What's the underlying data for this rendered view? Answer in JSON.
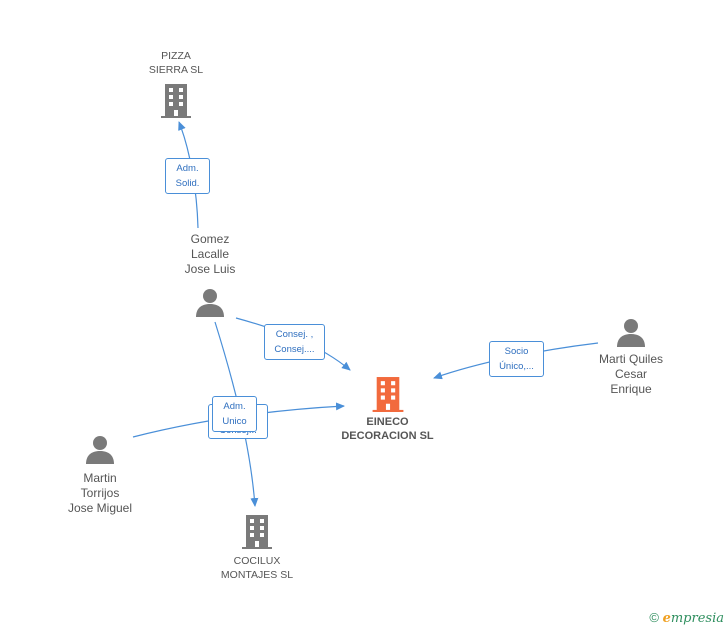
{
  "nodes": {
    "pizza": {
      "label": "PIZZA\nSIERRA SL"
    },
    "gomez": {
      "label": "Gomez\nLacalle\nJose Luis"
    },
    "eineco": {
      "label": "EINECO\nDECORACION SL"
    },
    "marti_quiles": {
      "label": "Marti Quiles\nCesar\nEnrique"
    },
    "martin": {
      "label": "Martin\nTorrijos\nJose Miguel"
    },
    "cocilux": {
      "label": "COCILUX\nMONTAJES SL"
    }
  },
  "edges": {
    "gomez_pizza": "Adm.\nSolid.",
    "gomez_eineco": "Consej. ,\nConsej....",
    "marti_eineco": "Socio\nÚnico,...",
    "martin_eineco": "Adm.\nUnico",
    "gomez_cocilux": "Consej..."
  },
  "colors": {
    "edge": "#4a8fd8",
    "icon_gray": "#7a7a7a",
    "focus_company": "#f26a3d"
  },
  "footer": {
    "copyright": "©",
    "brand_e": "e",
    "brand_rest": "mpresia"
  }
}
